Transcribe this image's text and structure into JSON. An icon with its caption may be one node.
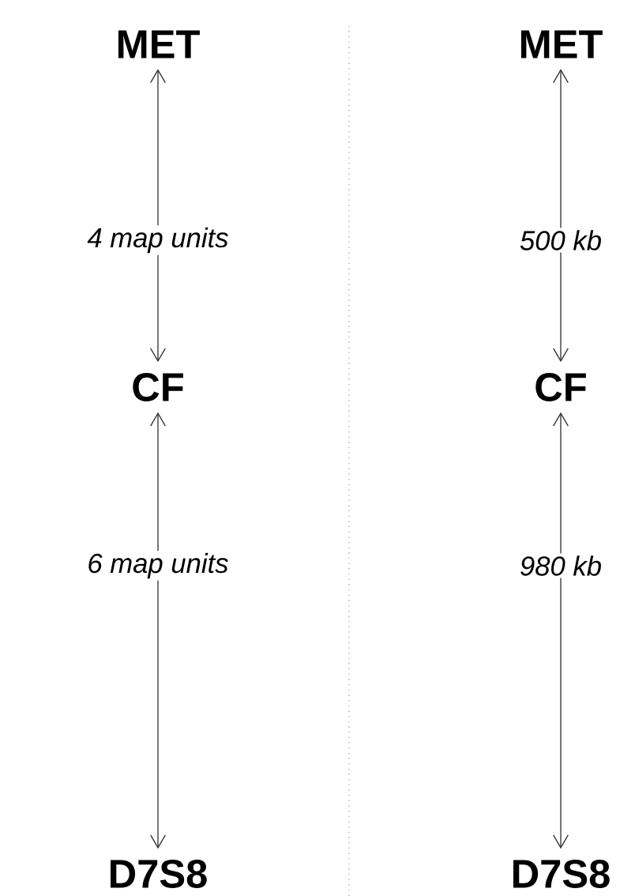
{
  "diagram": {
    "nodes": [
      {
        "text": [
          "MET"
        ]
      },
      {
        "text": [
          "CF"
        ]
      },
      {
        "text": [
          "D7S8"
        ]
      },
      {
        "text": [
          "MET"
        ]
      },
      {
        "text": [
          "CF"
        ]
      },
      {
        "text": [
          "D7S8"
        ]
      }
    ],
    "edges": [
      {
        "from": 0,
        "to": 1,
        "arrow": "both",
        "label": "4 map units"
      },
      {
        "from": 1,
        "to": 2,
        "arrow": "both",
        "label": "6 map units"
      },
      {
        "from": 3,
        "to": 4,
        "arrow": "both",
        "label": "500 kb"
      },
      {
        "from": 4,
        "to": 5,
        "arrow": "both",
        "label": "980 kb"
      }
    ]
  }
}
